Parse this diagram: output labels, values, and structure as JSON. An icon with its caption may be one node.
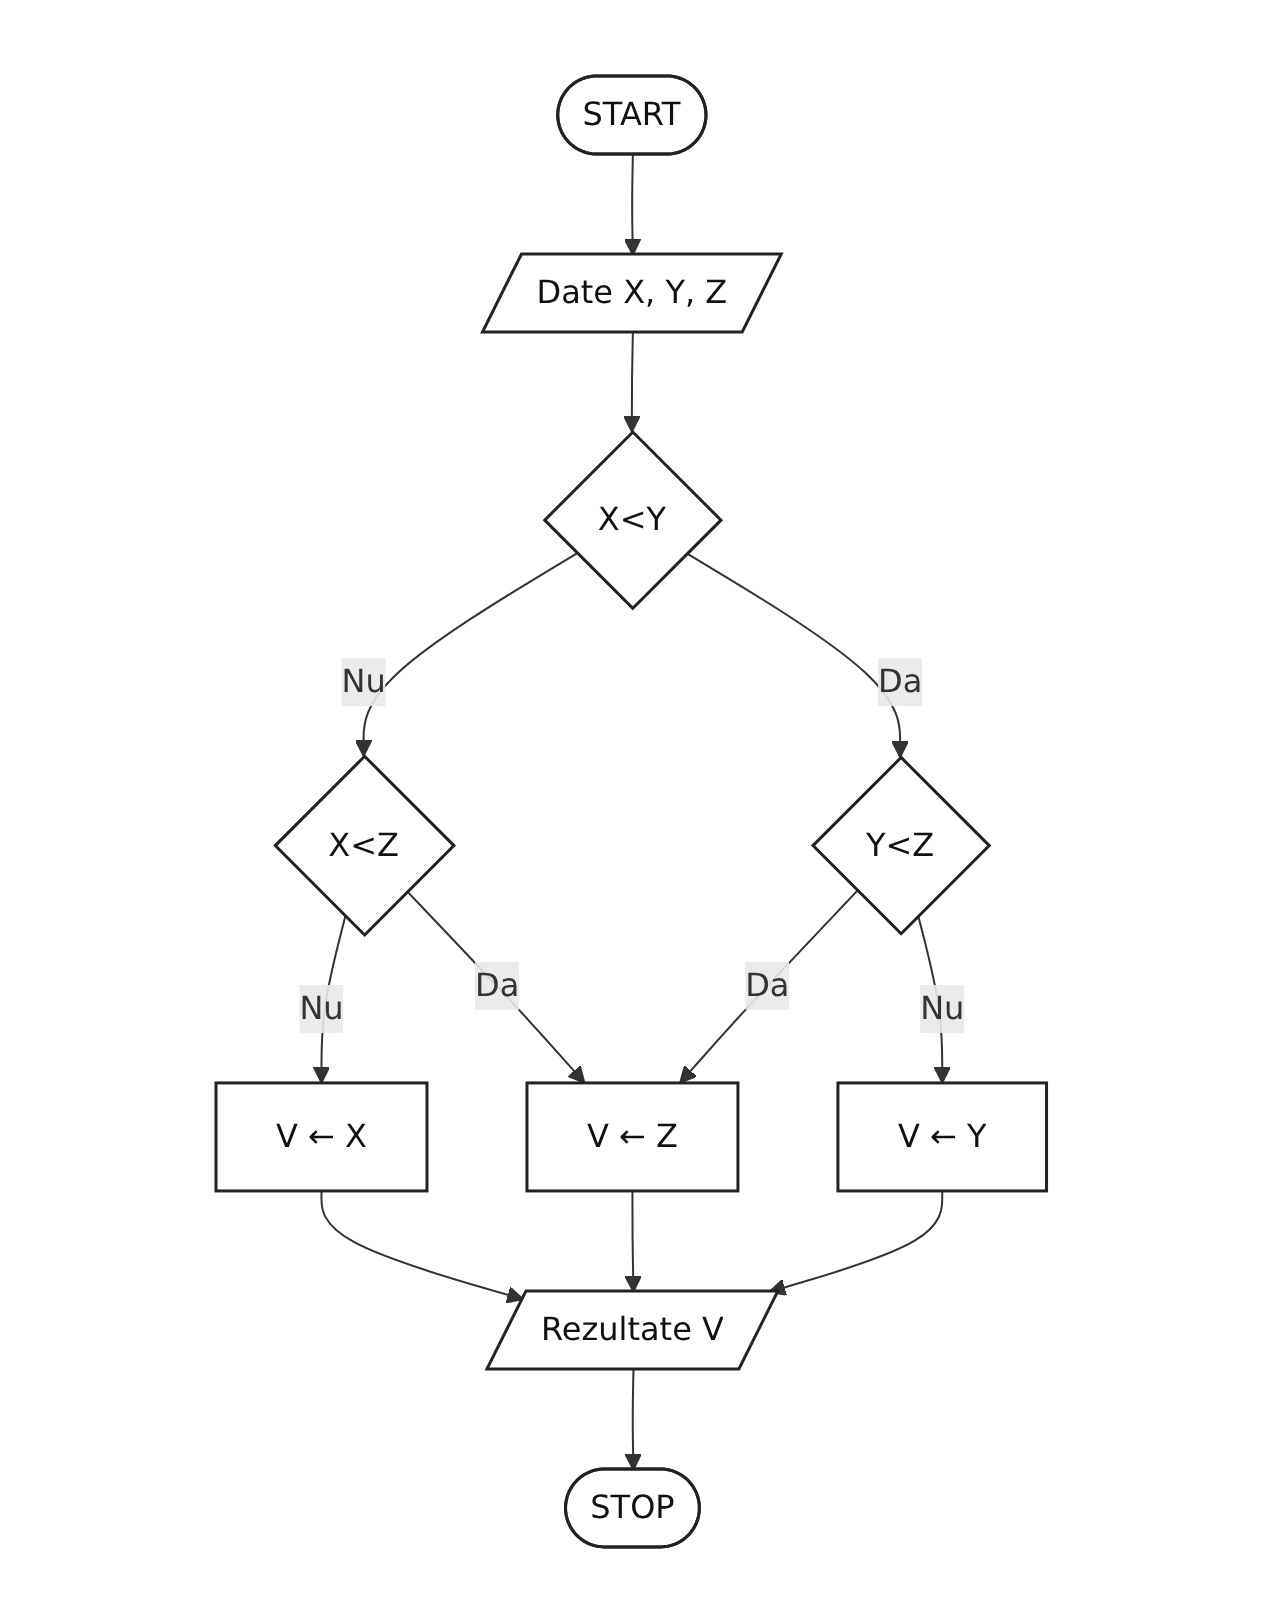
{
  "diagram": {
    "nodes": [
      {
        "text": [
          "START"
        ]
      },
      {
        "text": [
          "Date X, Y, Z"
        ]
      },
      {
        "text": [
          "X<Y"
        ]
      },
      {
        "text": [
          "X<Z"
        ]
      },
      {
        "text": [
          "Y<Z"
        ]
      },
      {
        "text": [
          "V ← X"
        ]
      },
      {
        "text": [
          "V ← Z"
        ]
      },
      {
        "text": [
          "V ← Y"
        ]
      },
      {
        "text": [
          "Rezultate V"
        ]
      },
      {
        "text": [
          "STOP"
        ]
      }
    ],
    "edges": [
      {
        "from": 0,
        "to": 1,
        "arrow": "to"
      },
      {
        "from": 1,
        "to": 2,
        "arrow": "to"
      },
      {
        "from": 2,
        "to": 3,
        "label": "Nu",
        "arrow": "to"
      },
      {
        "from": 2,
        "to": 4,
        "label": "Da",
        "arrow": "to"
      },
      {
        "from": 3,
        "to": 6,
        "label": "Da",
        "arrow": "to"
      },
      {
        "from": 4,
        "to": 6,
        "label": "Da",
        "arrow": "to"
      },
      {
        "from": 3,
        "to": 5,
        "label": "Nu",
        "arrow": "to"
      },
      {
        "from": 4,
        "to": 7,
        "label": "Nu",
        "arrow": "to"
      },
      {
        "from": 5,
        "to": 8,
        "arrow": "to"
      },
      {
        "from": 6,
        "to": 8,
        "arrow": "to"
      },
      {
        "from": 7,
        "to": 8,
        "arrow": "to"
      },
      {
        "from": 8,
        "to": 9,
        "arrow": "to"
      }
    ]
  }
}
